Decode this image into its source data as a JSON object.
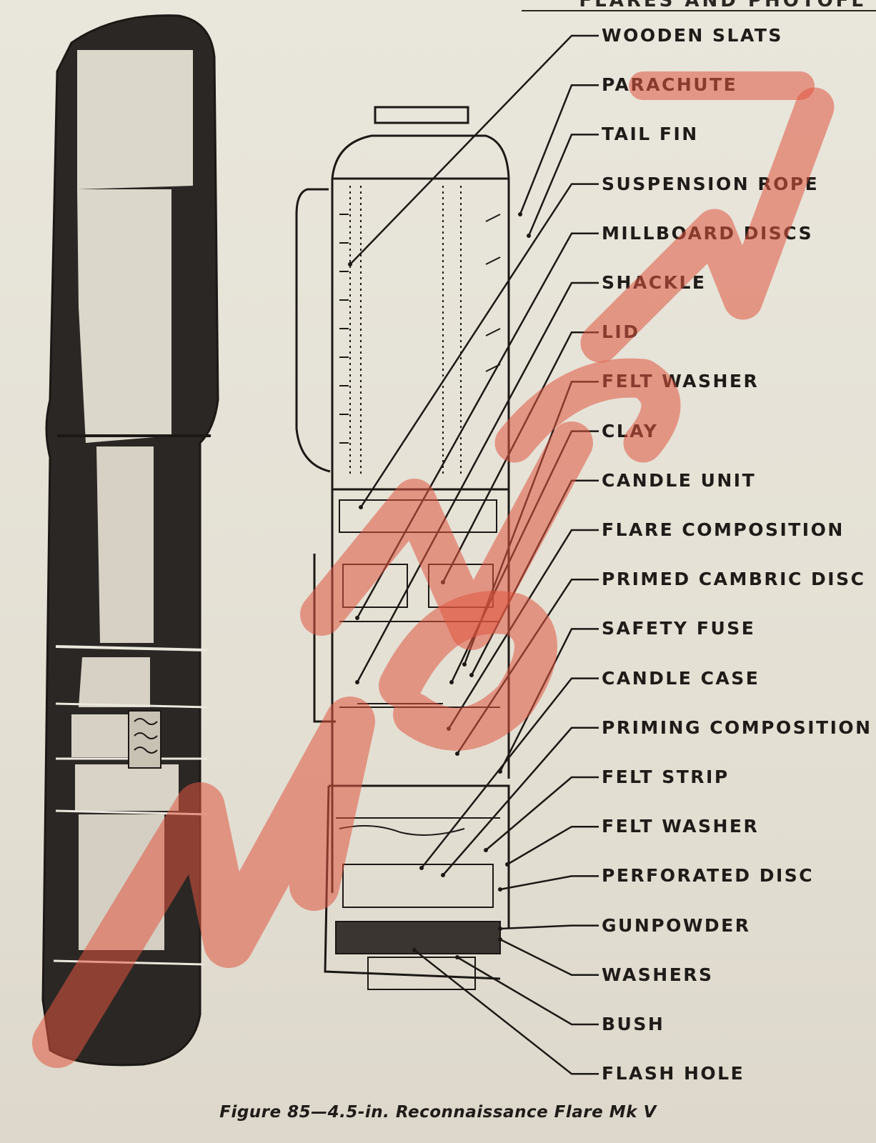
{
  "header": {
    "text": "FLARES AND PHOTOFL"
  },
  "callouts": [
    {
      "label": "WOODEN SLATS",
      "target": [
        490,
        370
      ]
    },
    {
      "label": "PARACHUTE",
      "target": [
        728,
        300
      ]
    },
    {
      "label": "TAIL FIN",
      "target": [
        740,
        330
      ]
    },
    {
      "label": "SUSPENSION ROPE",
      "target": [
        505,
        710
      ]
    },
    {
      "label": "MILLBOARD DISCS",
      "target": [
        500,
        865
      ]
    },
    {
      "label": "SHACKLE",
      "target": [
        500,
        955
      ]
    },
    {
      "label": "LID",
      "target": [
        620,
        815
      ]
    },
    {
      "label": "FELT WASHER",
      "target": [
        650,
        930
      ]
    },
    {
      "label": "CLAY",
      "target": [
        632,
        955
      ]
    },
    {
      "label": "CANDLE UNIT",
      "target": [
        660,
        945
      ]
    },
    {
      "label": "FLARE COMPOSITION",
      "target": [
        628,
        1020
      ]
    },
    {
      "label": "PRIMED CAMBRIC DISC",
      "target": [
        640,
        1055
      ]
    },
    {
      "label": "SAFETY FUSE",
      "target": [
        700,
        1080
      ]
    },
    {
      "label": "CANDLE CASE",
      "target": [
        590,
        1215
      ]
    },
    {
      "label": "PRIMING COMPOSITION",
      "target": [
        620,
        1225
      ]
    },
    {
      "label": "FELT STRIP",
      "target": [
        680,
        1190
      ]
    },
    {
      "label": "FELT WASHER",
      "target": [
        710,
        1210
      ]
    },
    {
      "label": "PERFORATED DISC",
      "target": [
        700,
        1245
      ]
    },
    {
      "label": "GUNPOWDER",
      "target": [
        700,
        1300
      ]
    },
    {
      "label": "WASHERS",
      "target": [
        700,
        1315
      ]
    },
    {
      "label": "BUSH",
      "target": [
        640,
        1340
      ]
    },
    {
      "label": "FLASH HOLE",
      "target": [
        580,
        1330
      ]
    }
  ],
  "caption": "Figure 85—4.5-in. Reconnaissance Flare Mk V",
  "colors": {
    "ink": "#1f1b18",
    "paper": "#e7e3d8",
    "watermark": "#e0553f"
  }
}
